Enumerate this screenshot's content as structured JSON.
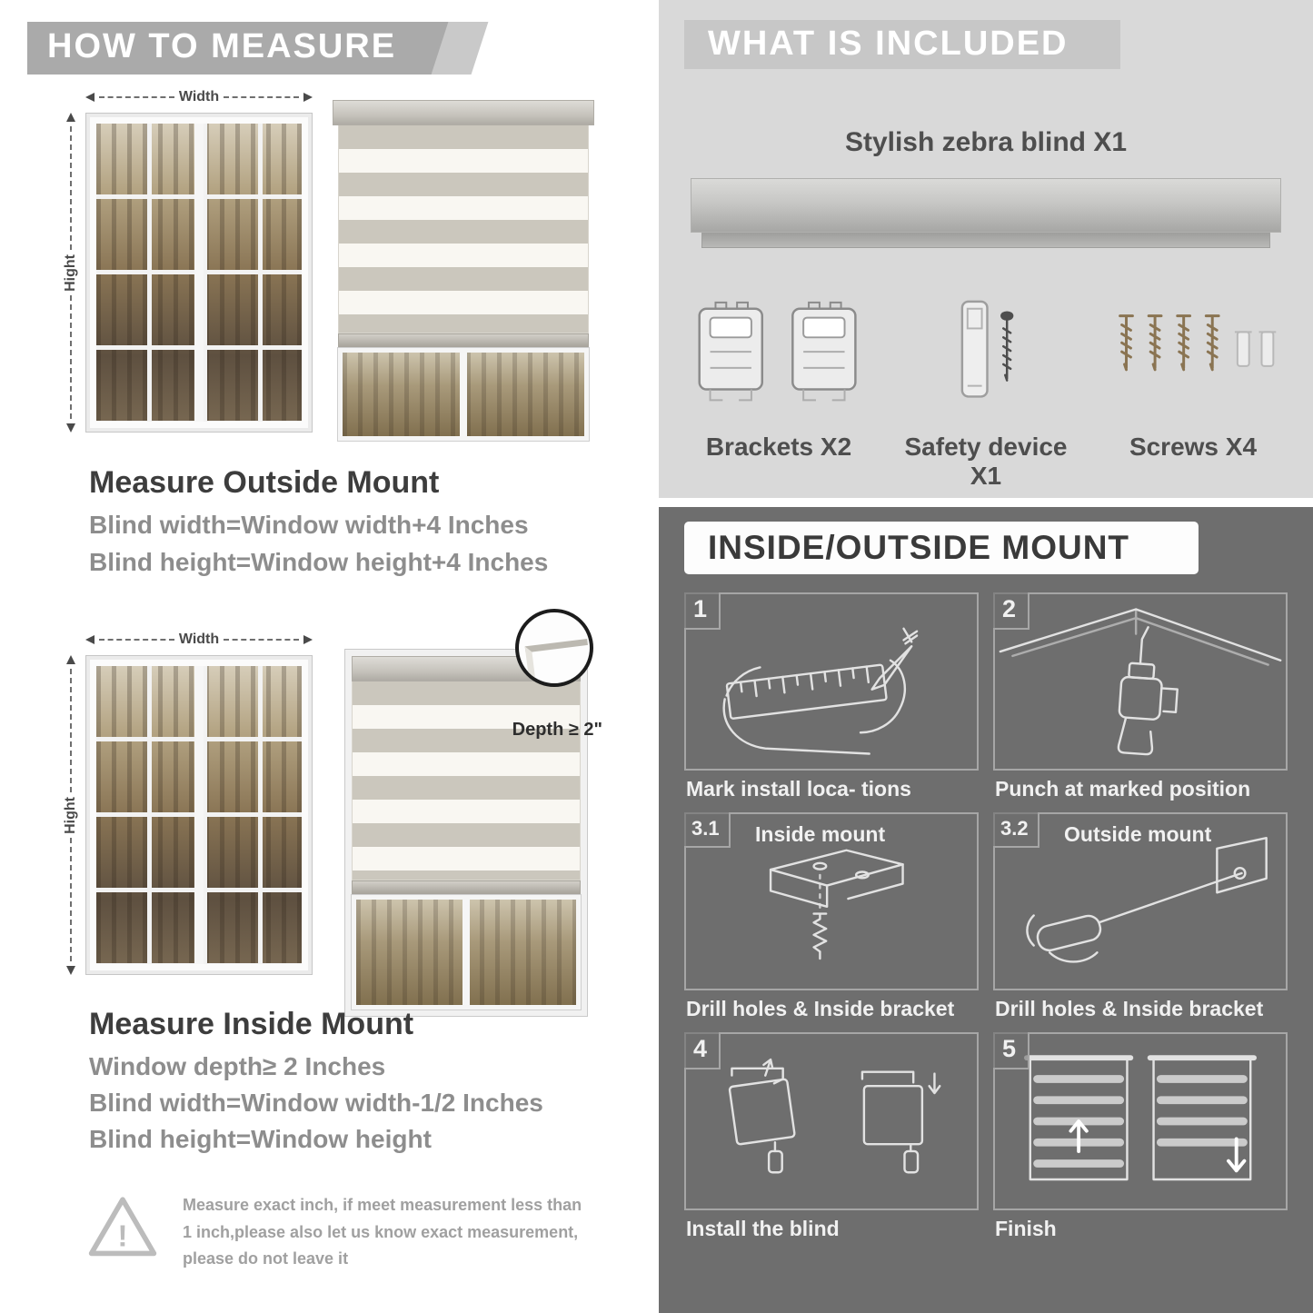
{
  "left": {
    "header": "HOW TO MEASURE",
    "outside": {
      "width_label": "Width",
      "height_label": "Hight",
      "title": "Measure Outside Mount",
      "lines": [
        "Blind width=Window width+4 Inches",
        "Blind height=Window height+4 Inches"
      ]
    },
    "inside": {
      "width_label": "Width",
      "height_label": "Hight",
      "depth_label": "Depth ≥ 2\"",
      "title": "Measure Inside Mount",
      "lines": [
        "Window depth≥ 2 Inches",
        "Blind width=Window width-1/2 Inches",
        "Blind height=Window height"
      ]
    },
    "warning_icon": "triangle-exclamation",
    "warning_text": "Measure exact inch, if meet measurement less than 1 inch,please also let us know exact measurement, please do not leave it"
  },
  "right": {
    "included": {
      "header": "WHAT IS INCLUDED",
      "blind_label": "Stylish zebra blind X1",
      "items": [
        {
          "icon": "brackets-icon",
          "label": "Brackets X2"
        },
        {
          "icon": "safety-device-icon",
          "label": "Safety device X1"
        },
        {
          "icon": "screws-icon",
          "label": "Screws X4"
        }
      ]
    },
    "mount": {
      "header": "INSIDE/OUTSIDE MOUNT",
      "steps": [
        {
          "num": "1",
          "caption": "Mark install loca- tions"
        },
        {
          "num": "2",
          "caption": "Punch at  marked position"
        },
        {
          "num": "3.1",
          "title": "Inside mount",
          "caption": "Drill holes &  Inside bracket"
        },
        {
          "num": "3.2",
          "title": "Outside mount",
          "caption": "Drill holes &  Inside bracket"
        },
        {
          "num": "4",
          "caption": "Install the blind"
        },
        {
          "num": "5",
          "caption": "Finish"
        }
      ]
    }
  },
  "colors": {
    "left_banner": "#aaaaaa",
    "included_banner": "#c7c7c7",
    "included_bg": "#d9d9d9",
    "mount_bg": "#6e6e6e",
    "heading_text": "#3d3d3d",
    "muted_text": "#8d8d8d"
  }
}
